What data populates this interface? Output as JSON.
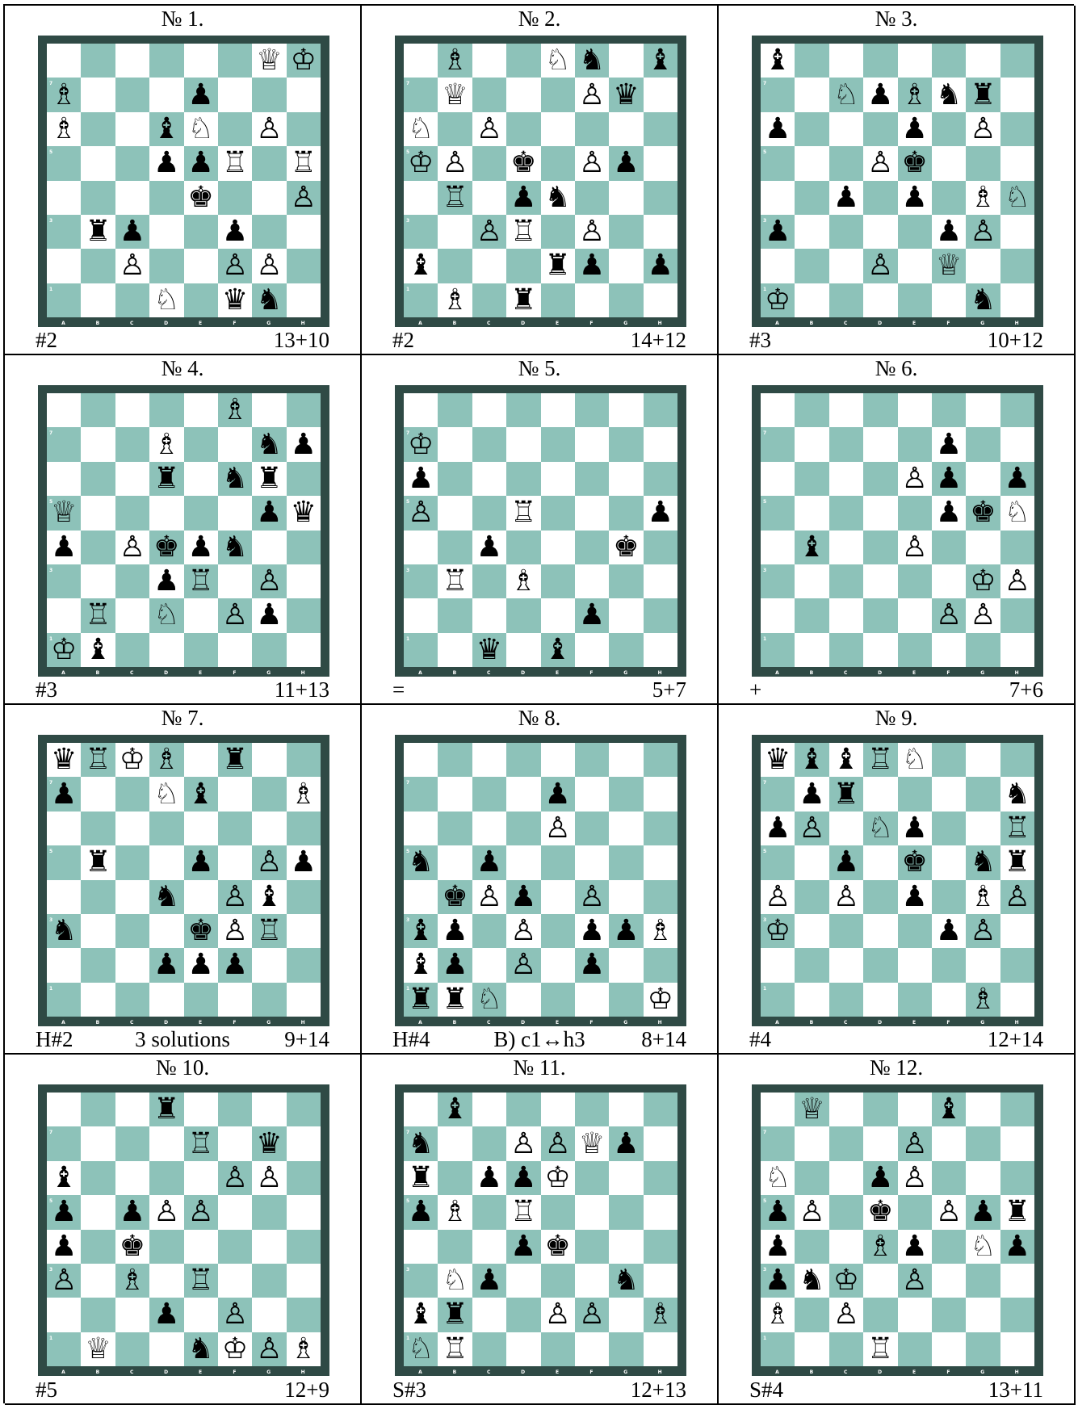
{
  "colors": {
    "light": "#ffffff",
    "dark": "#8dc2b9",
    "frame": "#2f4a45"
  },
  "files": [
    "A",
    "B",
    "C",
    "D",
    "E",
    "F",
    "G",
    "H"
  ],
  "ranks": [
    "8",
    "7",
    "6",
    "5",
    "4",
    "3",
    "2",
    "1"
  ],
  "problems": [
    {
      "number": "№ 1.",
      "stipulation": "#2",
      "note": "",
      "count": "13+10",
      "board": [
        "......QK",
        "B...p...",
        "B..bN.P.",
        "...ppR.R",
        "....k..P",
        ".rp..p..",
        "..P..PP.",
        "...N.qn."
      ]
    },
    {
      "number": "№ 2.",
      "stipulation": "#2",
      "note": "",
      "count": "14+12",
      "board": [
        ".B..Nn.b",
        ".Q...Pq.",
        "N.P.....",
        "KP.k.Pp.",
        ".R.pn...",
        "..PR.P..",
        "b...rp.p",
        ".B.r...."
      ]
    },
    {
      "number": "№ 3.",
      "stipulation": "#3",
      "note": "",
      "count": "10+12",
      "board": [
        "b.......",
        "..NpBnr.",
        "p...p.P.",
        "...Pk...",
        "..p.p.BN",
        "p....pP.",
        "...P.Q..",
        "K.....n."
      ]
    },
    {
      "number": "№ 4.",
      "stipulation": "#3",
      "note": "",
      "count": "11+13",
      "board": [
        ".....B..",
        "...B..np",
        "...r.nr.",
        "Q.....pq",
        "p.Pkpn..",
        "...pR.P.",
        ".R.N.Pp.",
        "Kb......"
      ]
    },
    {
      "number": "№ 5.",
      "stipulation": "=",
      "note": "",
      "count": "5+7",
      "board": [
        "........",
        "K.......",
        "p.......",
        "P..R...p",
        "..p...k.",
        ".R.B....",
        ".....p..",
        "..q.b..."
      ]
    },
    {
      "number": "№ 6.",
      "stipulation": "+",
      "note": "",
      "count": "7+6",
      "board": [
        "........",
        ".....p..",
        "....Pp.p",
        ".....pkN",
        ".b..P...",
        "......KP",
        ".....PP.",
        "........"
      ]
    },
    {
      "number": "№ 7.",
      "stipulation": "H#2",
      "note": "3 solutions",
      "count": "9+14",
      "board": [
        "qRKB.r..",
        "p..Nb..B",
        "........",
        ".r..p.Pp",
        "...n.Pb.",
        "n...kPR.",
        "...ppp..",
        "........"
      ]
    },
    {
      "number": "№ 8.",
      "stipulation": "H#4",
      "note": "B) c1↔h3",
      "count": "8+14",
      "board": [
        "........",
        "....p...",
        "....P...",
        "n.p.....",
        ".kPp.P..",
        "bp.P.ppB",
        "bp.P.p..",
        "rrN....K"
      ]
    },
    {
      "number": "№ 9.",
      "stipulation": "#4",
      "note": "",
      "count": "12+14",
      "board": [
        "qbbRN...",
        ".pr....n",
        "pP.Np..R",
        "..p.k.nr",
        "P.P.p.BP",
        "K....pP.",
        "........",
        "......B."
      ]
    },
    {
      "number": "№ 10.",
      "stipulation": "#5",
      "note": "",
      "count": "12+9",
      "board": [
        "...r....",
        "....R.q.",
        "b....PP.",
        "p.pPP...",
        "p.k.....",
        "P.B.R...",
        "...p.P..",
        ".Q..nKPB"
      ]
    },
    {
      "number": "№ 11.",
      "stipulation": "S#3",
      "note": "",
      "count": "12+13",
      "board": [
        ".b......",
        "n..PPQp.",
        "r.ppK...",
        "pB.R....",
        "...pk...",
        ".Np...n.",
        "br..PP.B",
        "NR......"
      ]
    },
    {
      "number": "№ 12.",
      "stipulation": "S#4",
      "note": "",
      "count": "13+11",
      "board": [
        ".Q...b..",
        "....P...",
        "N..pP...",
        "pP.k.Ppr",
        "p..Bp.Np",
        "pnK.P...",
        "B.P.....",
        "...R...."
      ]
    }
  ]
}
